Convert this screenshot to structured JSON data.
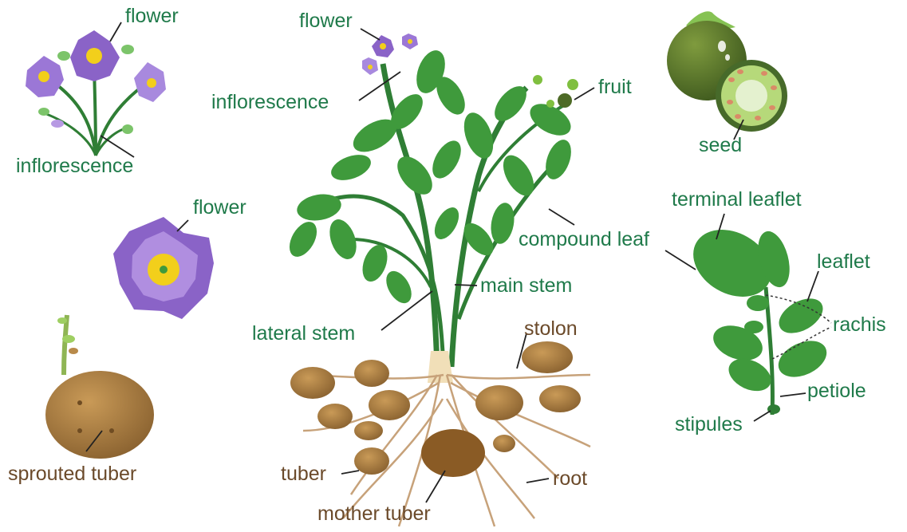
{
  "colors": {
    "label_green": "#1f7a4a",
    "label_brown": "#6b4a2a",
    "leaf_green": "#3f9a3c",
    "stem_green": "#2f7e35",
    "flower_purple": "#8a63c7",
    "flower_center": "#f2cf1b",
    "tuber": "#a57b3f",
    "root": "#c7a27a"
  },
  "labels": {
    "flower_top_left": "flower",
    "inflorescence_left": "inflorescence",
    "flower_mid_left": "flower",
    "sprouted_tuber": "sprouted tuber",
    "flower_top_center": "flower",
    "inflorescence_center": "inflorescence",
    "fruit": "fruit",
    "compound_leaf": "compound leaf",
    "main_stem": "main stem",
    "lateral_stem": "lateral stem",
    "stolon": "stolon",
    "tuber": "tuber",
    "root": "root",
    "mother_tuber": "mother tuber",
    "seed": "seed",
    "terminal_leaflet": "terminal leaflet",
    "leaflet": "leaflet",
    "rachis": "rachis",
    "petiole": "petiole",
    "stipules": "stipules"
  }
}
